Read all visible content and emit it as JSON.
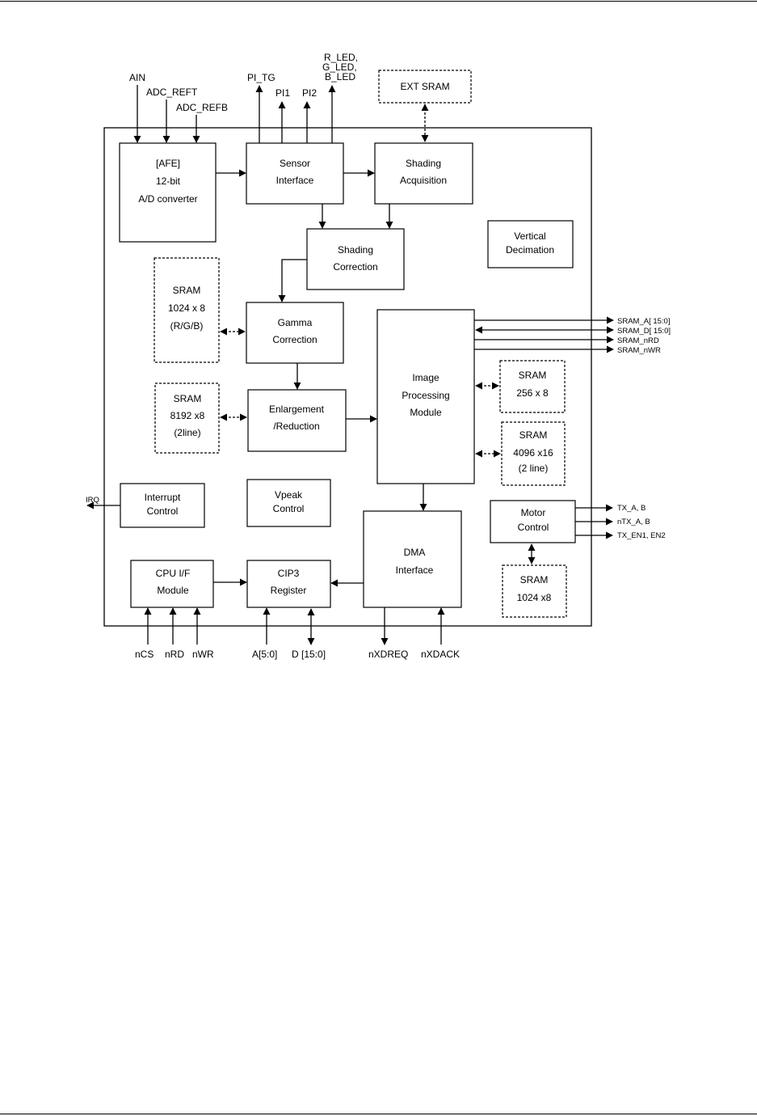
{
  "blocks": {
    "afe": [
      "[AFE]",
      "12-bit",
      "A/D  converter"
    ],
    "sensor_interface": [
      "Sensor",
      "Interface"
    ],
    "shading_acquisition": [
      "Shading",
      "Acquisition"
    ],
    "ext_sram": [
      "EXT  SRAM"
    ],
    "shading_correction": [
      "Shading",
      "Correction"
    ],
    "vertical_decimation": [
      "Vertical",
      "Decimation"
    ],
    "sram_gamma": [
      "SRAM",
      "1024 x 8",
      "(R/G/B)"
    ],
    "gamma_correction": [
      "Gamma",
      "Correction"
    ],
    "image_processing": [
      "Image",
      "Processing",
      "Module"
    ],
    "sram_256": [
      "SRAM",
      "256 x 8"
    ],
    "sram_8192": [
      "SRAM",
      "8192 x8",
      "(2line)"
    ],
    "enlargement": [
      "Enlargement",
      "/Reduction"
    ],
    "sram_4096": [
      "SRAM",
      "4096  x16",
      "(2  line)"
    ],
    "interrupt_control": [
      "Interrupt",
      "Control"
    ],
    "vpeak_control": [
      "Vpeak",
      "Control"
    ],
    "dma_interface": [
      "DMA",
      "Interface"
    ],
    "motor_control": [
      "Motor",
      "Control"
    ],
    "cpu_if": [
      "CPU  I/F",
      "Module"
    ],
    "cip3_register": [
      "CIP3",
      "Register"
    ],
    "sram_motor": [
      "SRAM",
      "1024 x8"
    ]
  },
  "signals": {
    "ain": "AIN",
    "adc_reft": "ADC_REFT",
    "adc_refb": "ADC_REFB",
    "pi_tg": "PI_TG",
    "pi1": "PI1",
    "pi2": "PI2",
    "led": [
      "R_LED,",
      "G_LED,",
      "B_LED"
    ],
    "sram_a": "SRAM_A[ 15:0]",
    "sram_d": "SRAM_D[ 15:0]",
    "sram_nrd": "SRAM_nRD",
    "sram_nwr": "SRAM_nWR",
    "irq": "IRQ",
    "tx_a_b": "TX_A,  B",
    "ntx_a_b": "nTX_A,  B",
    "tx_en": "TX_EN1,  EN2",
    "ncs": "nCS",
    "nrd": "nRD",
    "nwr": "nWR",
    "a50": "A[5:0]",
    "d150": "D [15:0]",
    "nxdreq": "nXDREQ",
    "nxdack": "nXDACK"
  }
}
